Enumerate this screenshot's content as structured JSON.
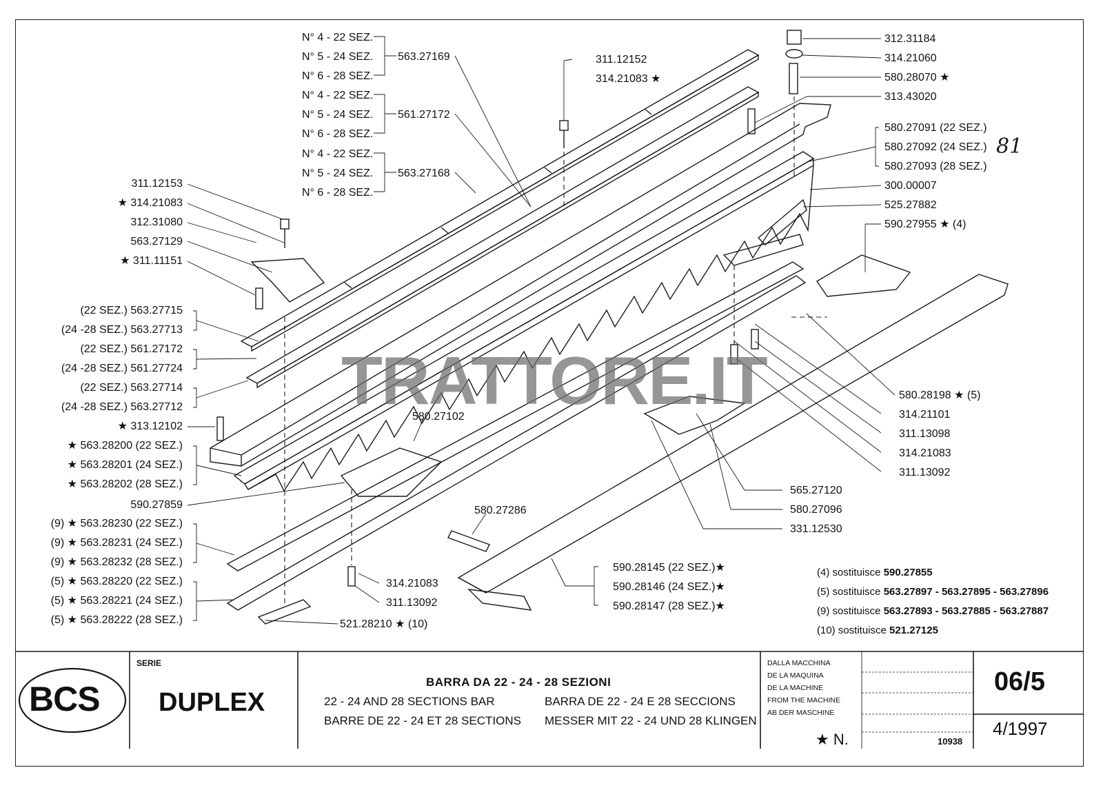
{
  "watermark": "TRATTORE.IT",
  "labels_left": [
    {
      "text": "N° 4 - 22 SEZ."
    },
    {
      "text": "N° 5 - 24 SEZ."
    },
    {
      "text": "N° 6 - 28 SEZ."
    },
    {
      "text": "N° 4 - 22 SEZ."
    },
    {
      "text": "N° 5 - 24 SEZ."
    },
    {
      "text": "N° 6 - 28 SEZ."
    },
    {
      "text": "N° 4 - 22 SEZ."
    },
    {
      "text": "N° 5 - 24 SEZ."
    },
    {
      "text": "N° 6 - 28 SEZ."
    }
  ],
  "group_codes": [
    "563.27169",
    "561.27172",
    "563.27168"
  ],
  "labels_side": [
    "311.12153",
    "★ 314.21083",
    "312.31080",
    "563.27129",
    "★ 311.11151",
    "(22 SEZ.) 563.27715",
    "(24 -28 SEZ.) 563.27713",
    "(22 SEZ.) 561.27172",
    "(24 -28 SEZ.) 561.27724",
    "(22 SEZ.) 563.27714",
    "(24 -28 SEZ.) 563.27712",
    "★ 313.12102",
    "★ 563.28200 (22 SEZ.)",
    "★ 563.28201 (24 SEZ.)",
    "★ 563.28202 (28 SEZ.)",
    "590.27859",
    "(9) ★ 563.28230 (22 SEZ.)",
    "(9) ★ 563.28231 (24 SEZ.)",
    "(9) ★ 563.28232 (28 SEZ.)",
    "(5) ★ 563.28220 (22 SEZ.)",
    "(5) ★ 563.28221 (24 SEZ.)",
    "(5) ★ 563.28222 (28 SEZ.)"
  ],
  "labels_top_center": [
    "311.12152",
    "314.21083 ★"
  ],
  "labels_right": [
    "312.31184",
    "314.21060",
    "580.28070 ★",
    "313.43020",
    "580.27091 (22 SEZ.)",
    "580.27092 (24 SEZ.)",
    "580.27093 (28 SEZ.)",
    "300.00007",
    "525.27882",
    "590.27955 ★ (4)",
    "580.28198 ★  (5)",
    "314.21101",
    "311.13098",
    "314.21083",
    "311.13092",
    "565.27120",
    "580.27096",
    "331.12530"
  ],
  "labels_center": [
    "580.27102",
    "580.27286",
    "314.21083",
    "311.13092",
    "521.28210 ★ (10)",
    "590.28145 (22 SEZ.)★",
    "590.28146 (24 SEZ.)★",
    "590.28147 (28 SEZ.)★"
  ],
  "handwritten_mark": "81",
  "notes": [
    {
      "prefix": "(4) sostituisce ",
      "codes": "590.27855"
    },
    {
      "prefix": "(5) sostituisce ",
      "codes": "563.27897 - 563.27895 - 563.27896"
    },
    {
      "prefix": "(9) sostituisce ",
      "codes": "563.27893 - 563.27885 - 563.27887"
    },
    {
      "prefix": "(10) sostituisce ",
      "codes": "521.27125"
    }
  ],
  "title_block": {
    "logo": "BCS",
    "serie_label": "SERIE",
    "serie": "DUPLEX",
    "title_it": "BARRA DA 22 - 24 - 28 SEZIONI",
    "title_en": "22 - 24 AND 28 SECTIONS BAR",
    "title_es": "BARRA DE 22 - 24 E 28 SECCIONS",
    "title_fr": "BARRE DE 22 - 24 ET 28 SECTIONS",
    "title_de": "MESSER MIT 22 - 24 UND 28 KLINGEN",
    "from_machine": [
      "DALLA MACCHINA",
      "DE LA MAQUINA",
      "DE LA MACHINE",
      "FROM THE MACHINE",
      "AB DER MASCHINE"
    ],
    "star_n": "★  N.",
    "serial": "10938",
    "page": "06/5",
    "date": "4/1997"
  }
}
